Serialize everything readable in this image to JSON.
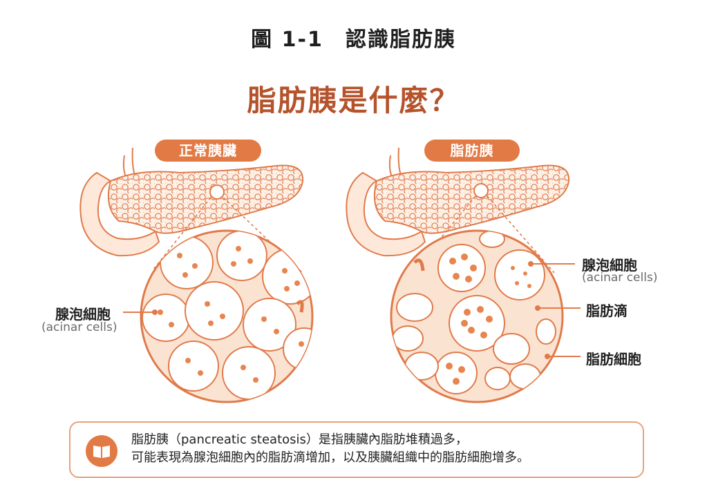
{
  "figure_title": "圖 1-1　認識脂肪胰",
  "main_title": "脂肪胰是什麼？",
  "panels": {
    "normal": {
      "badge": "正常胰臟"
    },
    "fatty": {
      "badge": "脂肪胰"
    }
  },
  "labels": {
    "left_acinar": "腺泡細胞",
    "left_acinar_en": "(acinar cells)",
    "right_acinar": "腺泡細胞",
    "right_acinar_en": "(acinar cells)",
    "fat_droplet": "脂肪滴",
    "fat_cell": "脂肪細胞"
  },
  "note": {
    "icon": "book-icon",
    "line1": "脂肪胰（pancreatic steatosis）是指胰臟內脂肪堆積過多，",
    "line2": "可能表現為腺泡細胞內的脂肪滴增加，以及胰臟組織中的脂肪細胞增多。"
  },
  "colors": {
    "accent": "#e27a45",
    "title_brown": "#b5532c",
    "tissue_fill": "#fbe3d2",
    "line": "#e07a4a"
  }
}
